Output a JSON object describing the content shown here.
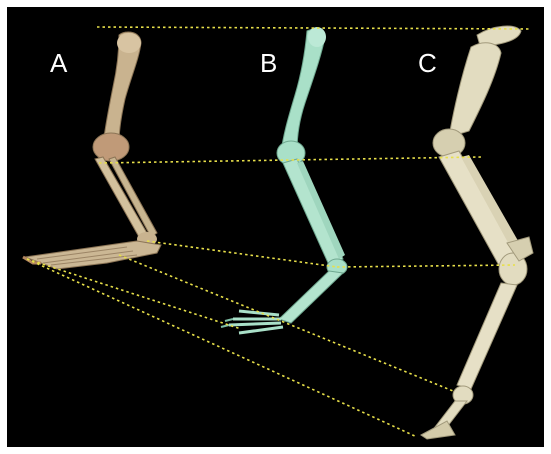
{
  "labels": {
    "a": "A",
    "b": "B",
    "c": "C"
  },
  "colors": {
    "background": "#000000",
    "guide_line": "#e8e04a",
    "bone_a": "#c9b38f",
    "bone_b": "#a9e0c8",
    "bone_c": "#e2dcc0"
  }
}
